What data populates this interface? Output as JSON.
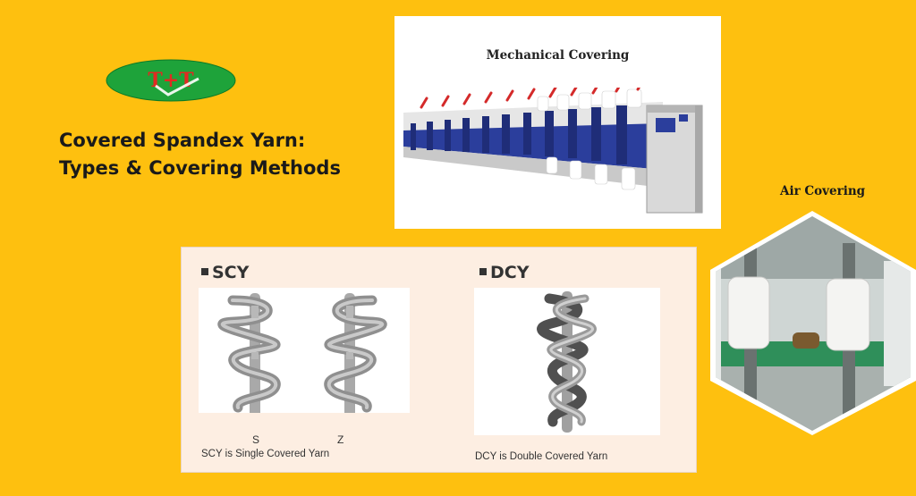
{
  "logo": {
    "text": "T+T"
  },
  "title": {
    "line1": "Covered Spandex Yarn:",
    "line2": "Types & Covering Methods"
  },
  "mechanical": {
    "caption": "Mechanical Covering"
  },
  "air": {
    "caption": "Air Covering"
  },
  "scy": {
    "heading": "SCY",
    "label_s": "S",
    "label_z": "Z",
    "caption": "SCY is Single Covered Yarn"
  },
  "dcy": {
    "heading": "DCY",
    "caption": "DCY is Double Covered Yarn"
  },
  "colors": {
    "background": "#fec00f",
    "logo_green": "#1ea33a",
    "logo_red": "#e12a22",
    "machine_blue": "#2b3e9c",
    "bobbin_red": "#d42a2a"
  }
}
